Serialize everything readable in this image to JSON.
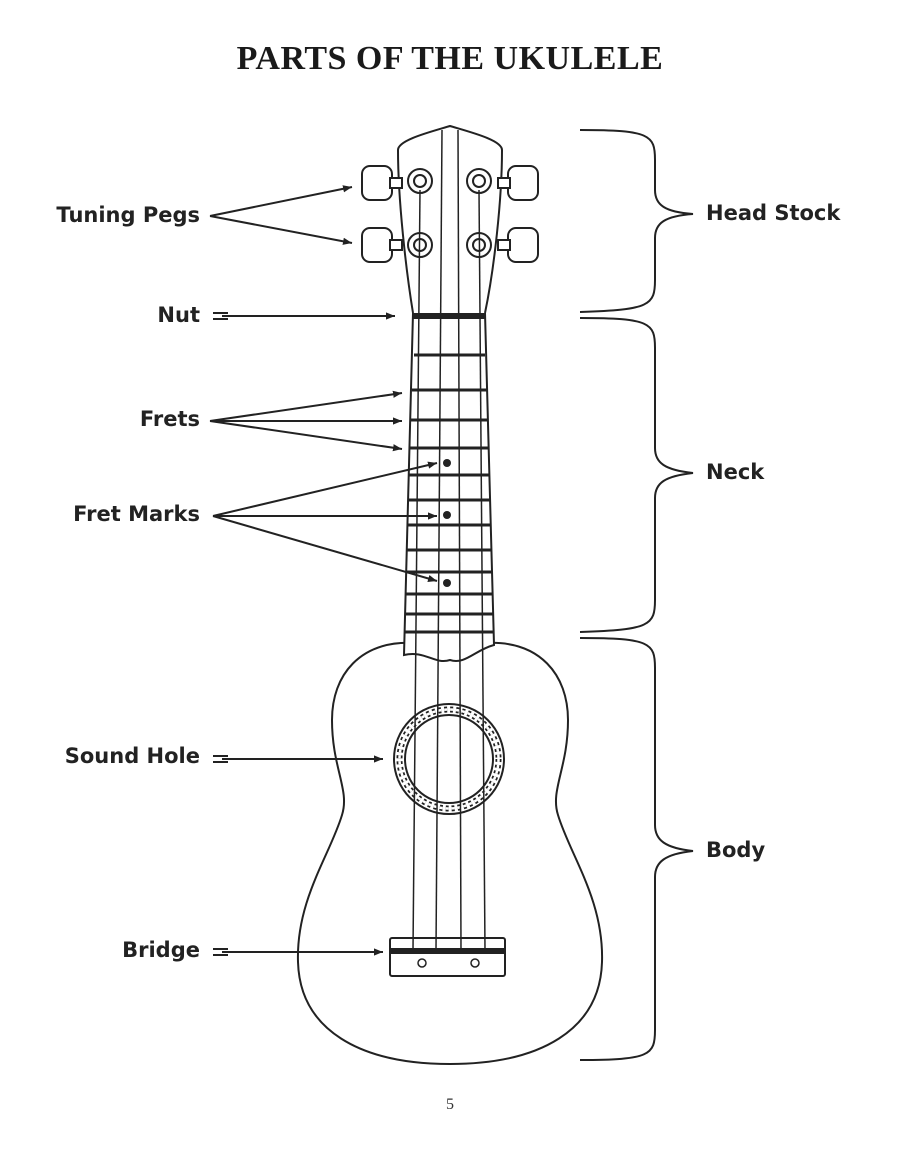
{
  "title": "PARTS OF THE UKULELE",
  "page_number": "5",
  "labels": {
    "tuning_pegs": "Tuning Pegs",
    "nut": "Nut",
    "frets": "Frets",
    "fret_marks": "Fret Marks",
    "sound_hole": "Sound Hole",
    "bridge": "Bridge"
  },
  "sections": {
    "head_stock": "Head Stock",
    "neck": "Neck",
    "body": "Body"
  }
}
